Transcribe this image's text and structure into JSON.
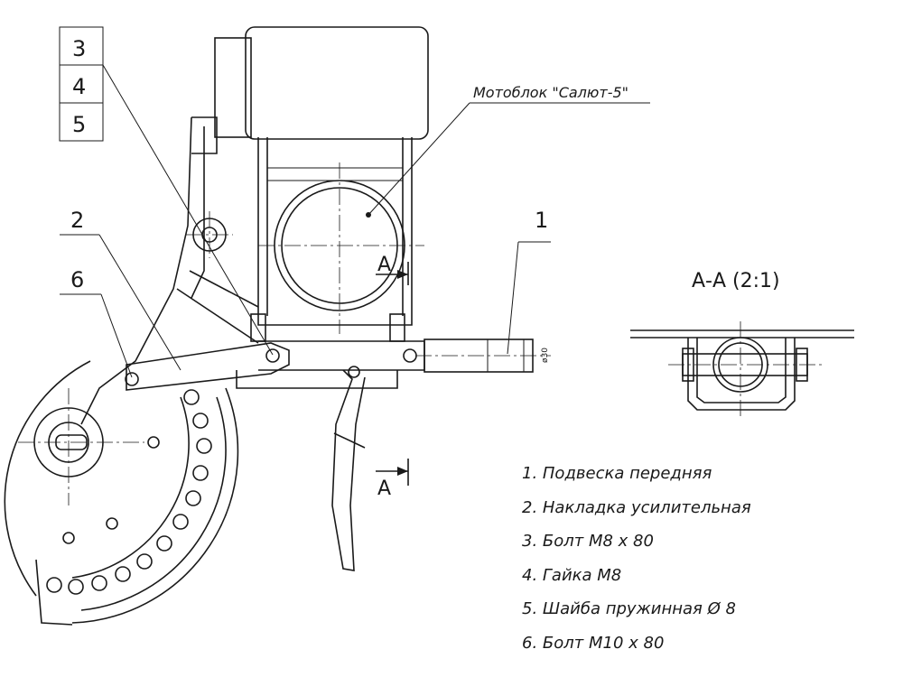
{
  "callouts": {
    "c3": "3",
    "c4": "4",
    "c5": "5",
    "c2": "2",
    "c6": "6",
    "c1": "1"
  },
  "motoblock_label": "Мотоблок \"Салют-5\"",
  "section_title": "А-А (2:1)",
  "section_mark_upper": "А",
  "section_mark_lower": "А",
  "dimension_label": "ø30",
  "legend": [
    "1. Подвеска передняя",
    "2. Накладка усилительная",
    "3. Болт М8 x 80",
    "4. Гайка М8",
    "5. Шайба пружинная Ø 8",
    "6. Болт М10 x 80"
  ]
}
